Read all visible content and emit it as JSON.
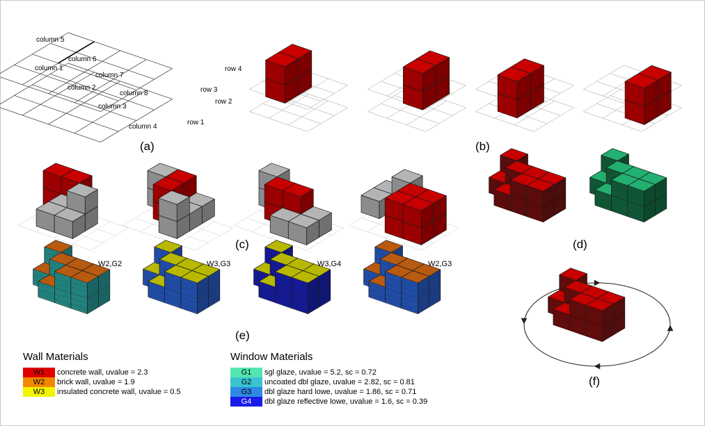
{
  "panels": {
    "a": {
      "caption": "(a)",
      "columns": [
        "column 1",
        "column 2",
        "column 3",
        "column 4",
        "column 5",
        "column 6",
        "column 7",
        "column 8"
      ],
      "rows": [
        "row 1",
        "row 2",
        "row 3",
        "row 4"
      ]
    },
    "b": {
      "caption": "(b)"
    },
    "c": {
      "caption": "(c)"
    },
    "d": {
      "caption": "(d)"
    },
    "e": {
      "caption": "(e)",
      "configs": [
        "W2,G2",
        "W3,G3",
        "W3,G4",
        "W2,G3"
      ]
    },
    "f": {
      "caption": "(f)"
    }
  },
  "wall_legend": {
    "title": "Wall Materials",
    "items": [
      {
        "code": "W1",
        "label": "concrete wall, uvalue = 2.3",
        "color": "#e00000"
      },
      {
        "code": "W2",
        "label": "brick wall, uvalue = 1.9",
        "color": "#f08800"
      },
      {
        "code": "W3",
        "label": "insulated concrete wall, uvalue = 0.5",
        "color": "#f4f400"
      }
    ]
  },
  "window_legend": {
    "title": "Window Materials",
    "items": [
      {
        "code": "G1",
        "label": "sgl glaze, uvalue = 5.2, sc = 0.72",
        "color": "#52e6b0"
      },
      {
        "code": "G2",
        "label": "uncoated dbl glaze, uvalue = 2.82, sc = 0.81",
        "color": "#3ac4d0"
      },
      {
        "code": "G3",
        "label": "dbl glaze hard lowe, uvalue = 1.86, sc = 0.71",
        "color": "#2e88e4"
      },
      {
        "code": "G4",
        "label": "dbl glaze reflective lowe, uvalue = 1.6, sc = 0.39",
        "color": "#1a1ae8"
      }
    ]
  },
  "colors": {
    "wall_red": "#c80000",
    "wall_brick": "#b85a10",
    "wall_yellow": "#b8b800",
    "neighbor_gray": "#b4b4b4",
    "glaze_teal": "#2aa89a",
    "glaze_green": "#22b070",
    "glaze_blue": "#2a5fd0",
    "glaze_dark_blue": "#1a1ab8"
  }
}
